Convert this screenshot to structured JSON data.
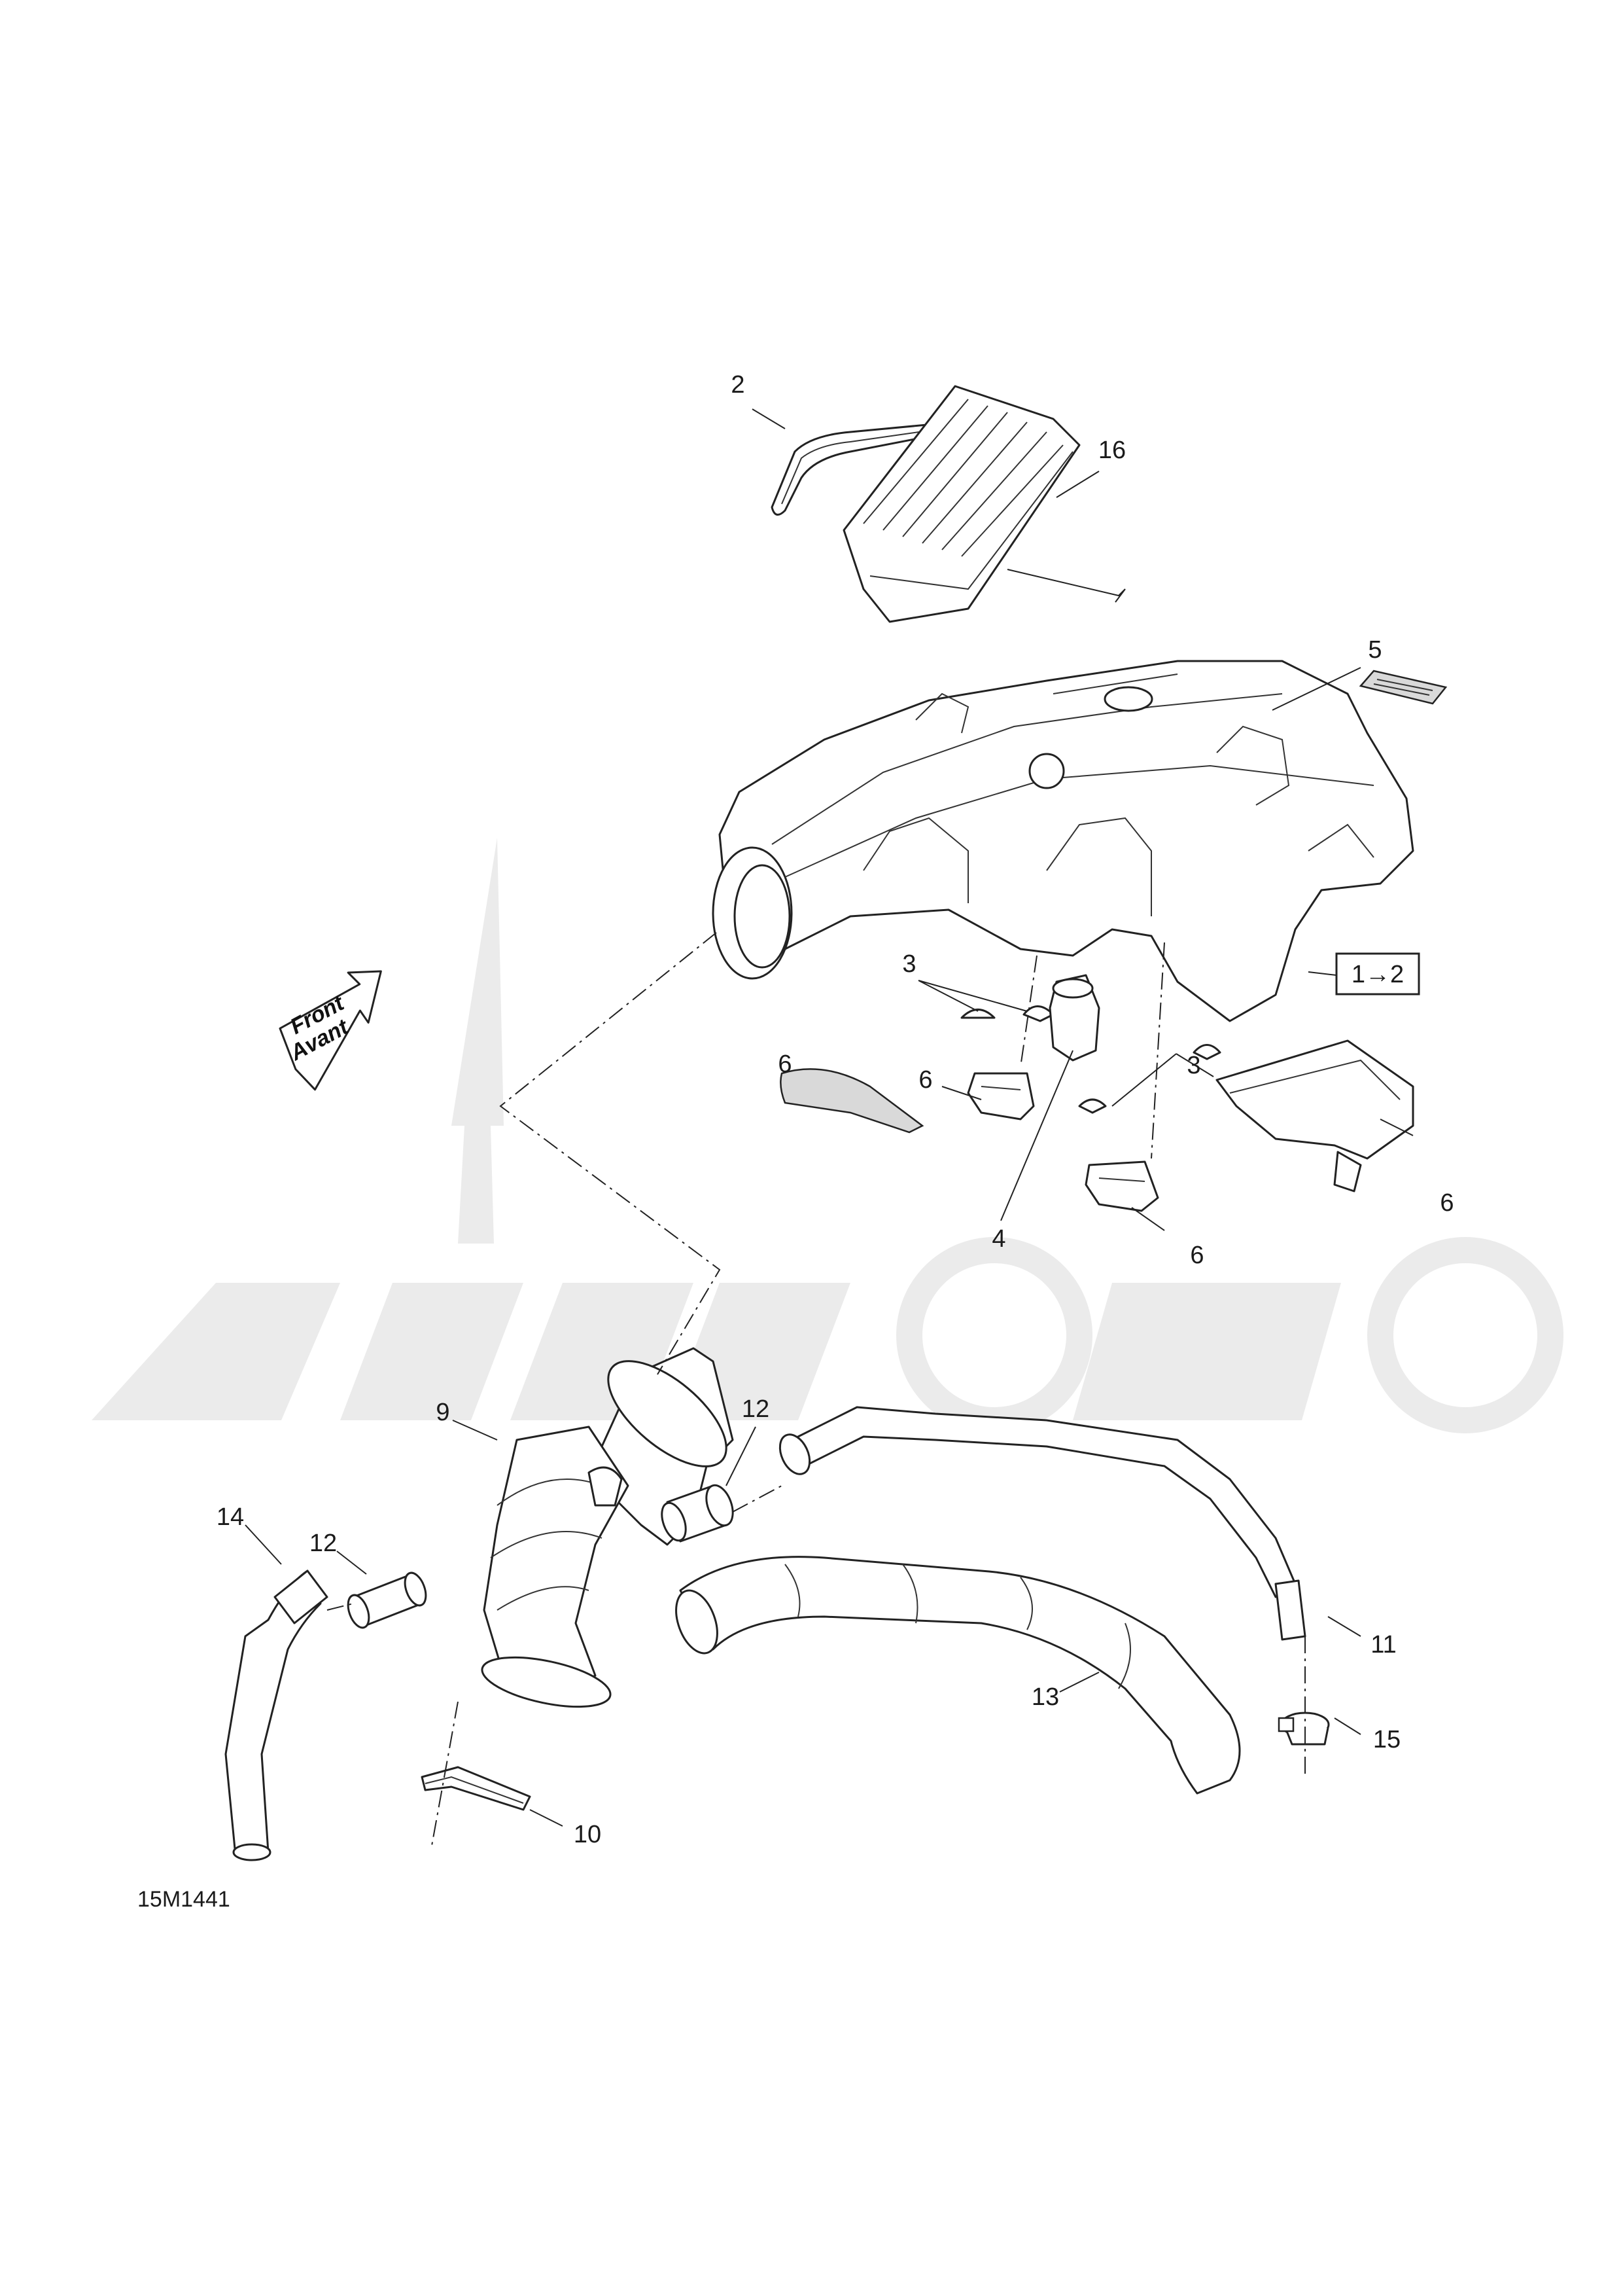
{
  "drawing_code": "15M1441",
  "front_arrow": {
    "line1": "Front",
    "line2": "Avant"
  },
  "ratio_box": "1→2",
  "callouts": {
    "c2": "2",
    "c16": "16",
    "c5": "5",
    "c3a": "3",
    "c3b": "3",
    "c6a": "6",
    "c6b": "6",
    "c6c": "6",
    "c6d": "6",
    "c4": "4",
    "c9": "9",
    "c12a": "12",
    "c12b": "12",
    "c14": "14",
    "c11": "11",
    "c13": "13",
    "c15": "15",
    "c10": "10"
  }
}
